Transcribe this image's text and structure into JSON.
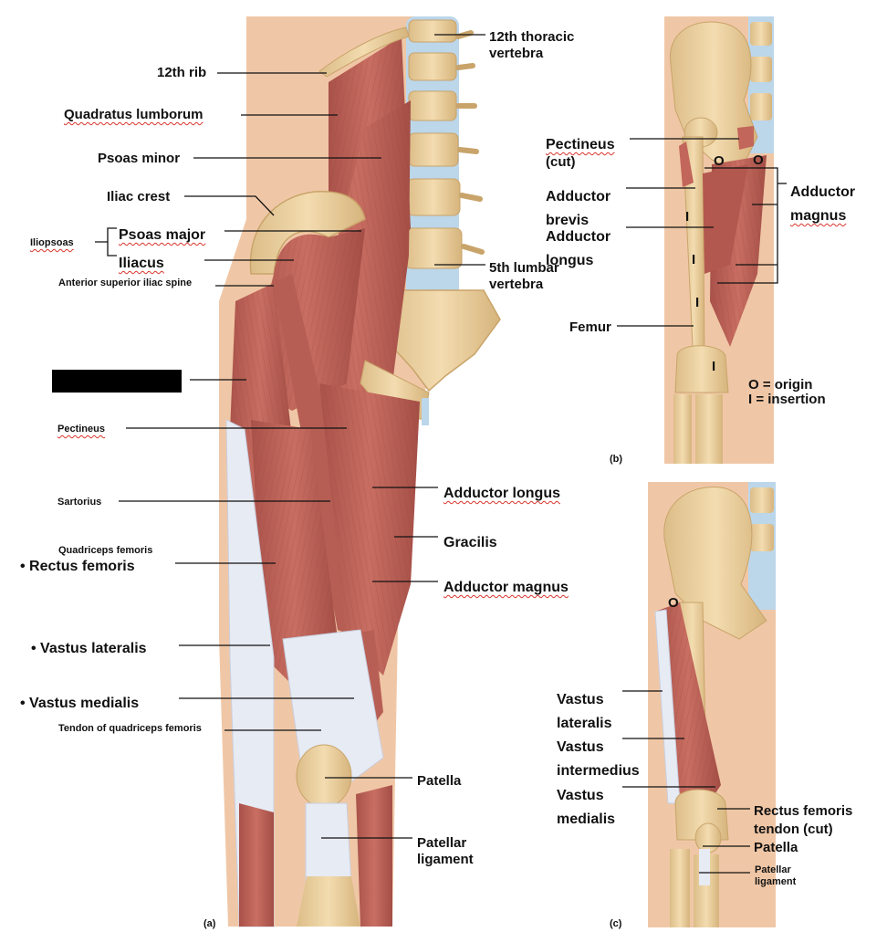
{
  "panel_a": {
    "letter": "(a)",
    "labels": {
      "twelfth_rib": "12th rib",
      "quadratus_lumborum": "Quadratus lumborum",
      "psoas_minor": "Psoas minor",
      "iliac_crest": "Iliac crest",
      "iliopsoas": "Iliopsoas",
      "psoas_major": "Psoas major",
      "iliacus": "Iliacus",
      "asis": "Anterior superior iliac spine",
      "pectineus": "Pectineus",
      "sartorius": "Sartorius",
      "quadriceps_femoris": "Quadriceps femoris",
      "rectus_femoris": "• Rectus femoris",
      "vastus_lateralis": "• Vastus lateralis",
      "vastus_medialis": "• Vastus medialis",
      "tendon_quadriceps": "Tendon of quadriceps femoris",
      "t12_line1": "12th thoracic",
      "t12_line2": "vertebra",
      "l5_line1": "5th lumbar",
      "l5_line2": "vertebra",
      "adductor_longus": "Adductor longus",
      "gracilis": "Gracilis",
      "adductor_magnus": "Adductor magnus",
      "patella": "Patella",
      "patellar_lig_line1": "Patellar",
      "patellar_lig_line2": "ligament"
    }
  },
  "panel_b": {
    "letter": "(b)",
    "labels": {
      "pectineus_cut_line1": "Pectineus",
      "pectineus_cut_line2": "(cut)",
      "adductor_brevis_line1": "Adductor",
      "adductor_brevis_line2": "brevis",
      "adductor_longus_line1": "Adductor",
      "adductor_longus_line2": "longus",
      "femur": "Femur",
      "adductor_magnus_line1": "Adductor",
      "adductor_magnus_line2": "magnus",
      "origin_marker": "O",
      "insertion_marker": "I",
      "legend_origin": "O = origin",
      "legend_insertion": "I  = insertion"
    }
  },
  "panel_c": {
    "letter": "(c)",
    "labels": {
      "origin_marker": "O",
      "vastus_lateralis_line1": "Vastus",
      "vastus_lateralis_line2": "lateralis",
      "vastus_intermedius_line1": "Vastus",
      "vastus_intermedius_line2": "intermedius",
      "vastus_medialis_line1": "Vastus",
      "vastus_medialis_line2": "medialis",
      "rf_tendon_line1": "Rectus femoris",
      "rf_tendon_line2": "tendon (cut)",
      "patella": "Patella",
      "patellar_lig_line1": "Patellar",
      "patellar_lig_line2": "ligament"
    }
  },
  "colors": {
    "skin": "#f0c7a6",
    "bone": "#ecd3a3",
    "bone_edge": "#c9a46a",
    "cartilage": "#bcd6ea",
    "muscle": "#c2655a",
    "muscle_dark": "#9c4a42",
    "tendon": "#e7ebf3",
    "redaction": "#000000",
    "squiggle": "#d9342b"
  }
}
